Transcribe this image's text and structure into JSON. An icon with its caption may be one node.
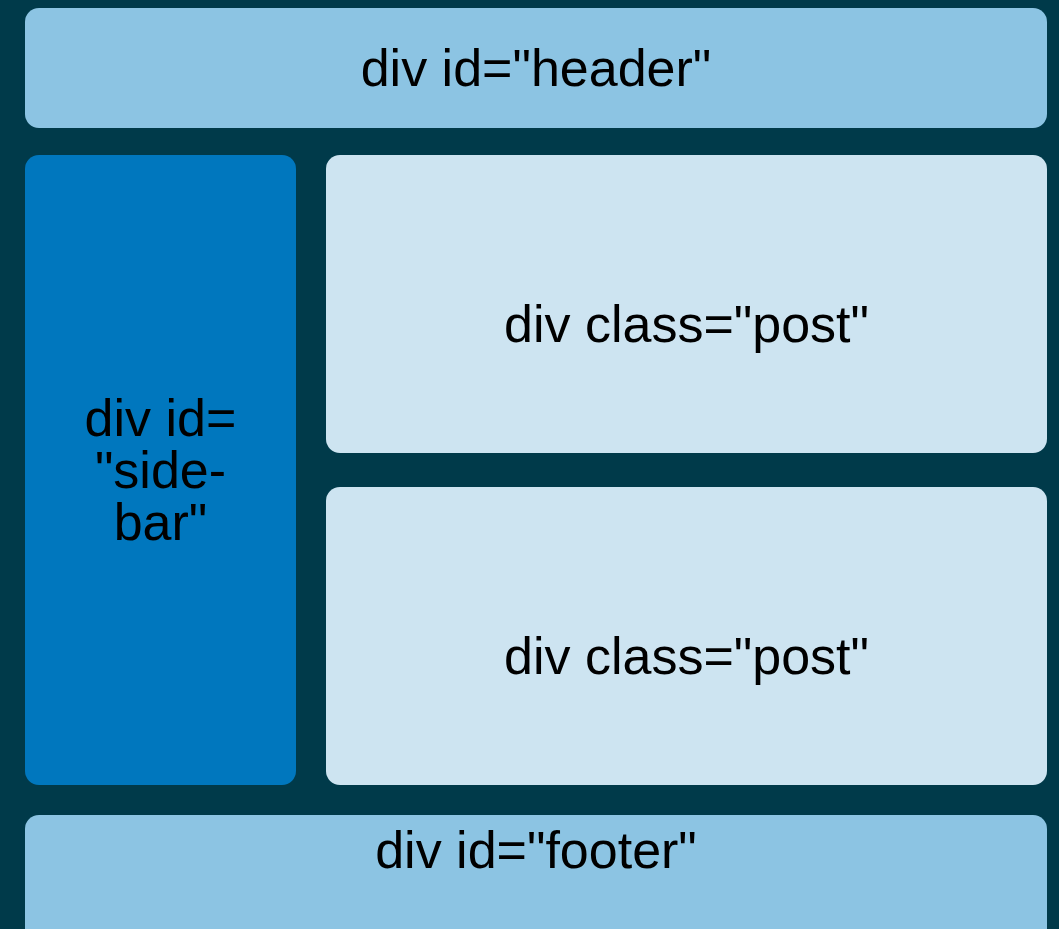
{
  "diagram": {
    "nodes": [
      {
        "text": [
          "div id=\"header\""
        ]
      },
      {
        "text": [
          "div id= \"side- bar\""
        ]
      },
      {
        "text": [
          "div class=\"post\""
        ]
      },
      {
        "text": [
          "div class=\"post\""
        ]
      },
      {
        "text": [
          "div id=\"footer\""
        ]
      }
    ]
  }
}
